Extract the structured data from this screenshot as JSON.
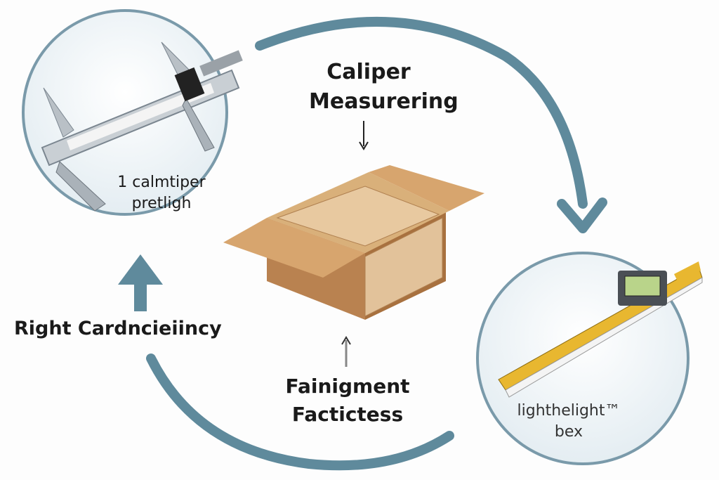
{
  "title": {
    "line1": "Caliper",
    "line2": "Measurering"
  },
  "left_label": "Right Cardncieiincy",
  "bottom_label": {
    "line1": "Fainigment",
    "line2": "Factictess"
  },
  "caliper_caption": {
    "line1": "1 calmtiper",
    "line2": "pretligh"
  },
  "scale_caption": {
    "line1": "lighthelight™",
    "line2": "bex"
  },
  "colors": {
    "arrow": "#5f8a9c",
    "circle": "#7a9aaa",
    "box": "#c99563",
    "ruler": "#e8b730"
  }
}
